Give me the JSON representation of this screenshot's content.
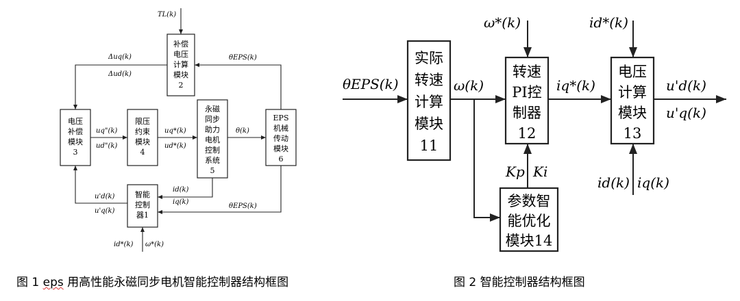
{
  "fig1": {
    "boxes": {
      "comp": [
        "补偿",
        "电压",
        "计算",
        "模块",
        "2"
      ],
      "volt": [
        "电压",
        "补偿",
        "模块",
        "3"
      ],
      "limit": [
        "限压",
        "约束",
        "模块",
        "4"
      ],
      "pmsm": [
        "永磁",
        "同步",
        "助力",
        "电机",
        "控制",
        "系统",
        "5"
      ],
      "eps": [
        "EPS",
        "机械",
        "传动",
        "模块",
        "6"
      ],
      "intel": [
        "智能",
        "控制",
        "器1"
      ]
    },
    "labels": {
      "tl": "TL(k)",
      "du_q": "Δuq(k)",
      "du_d": "Δud(k)",
      "theta_eps_top": "θEPS(k)",
      "u_q_star": "uq*(k)",
      "u_d_star": "ud*(k)",
      "u_q_dstar": "uq\"(k)",
      "u_d_dstar": "ud\"(k)",
      "theta": "θ(k)",
      "i_d": "id(k)",
      "i_q": "iq(k)",
      "u_d_prime": "u'd(k)",
      "u_q_prime": "u'q(k)",
      "theta_eps_bottom": "θEPS(k)",
      "i_d_star": "id*(k)",
      "omega_star": "ω*(k)"
    }
  },
  "fig2": {
    "boxes": {
      "speed": [
        "实际",
        "转速",
        "计算",
        "模块",
        "11"
      ],
      "pi": [
        "转速",
        "PI控",
        "制器",
        "12"
      ],
      "voltcalc": [
        "电压",
        "计算",
        "模块",
        "13"
      ],
      "param": [
        "参数智",
        "能优化",
        "模块14"
      ]
    },
    "labels": {
      "omega_star": "ω*(k)",
      "id_star": "id*(k)",
      "theta_eps": "θEPS(k)",
      "omega": "ω(k)",
      "iq_star": "iq*(k)",
      "ud_prime": "u'd(k)",
      "uq_prime": "u'q(k)",
      "kp": "Kp",
      "ki": "Ki",
      "id": "id(k)",
      "iq": "iq(k)"
    }
  },
  "captions": {
    "fig1_prefix": "图 1 ",
    "fig1_eps": "eps",
    "fig1_rest": " 用高性能永磁同步电机智能控制器结构框图",
    "fig2": "图 2  智能控制器结构框图"
  }
}
